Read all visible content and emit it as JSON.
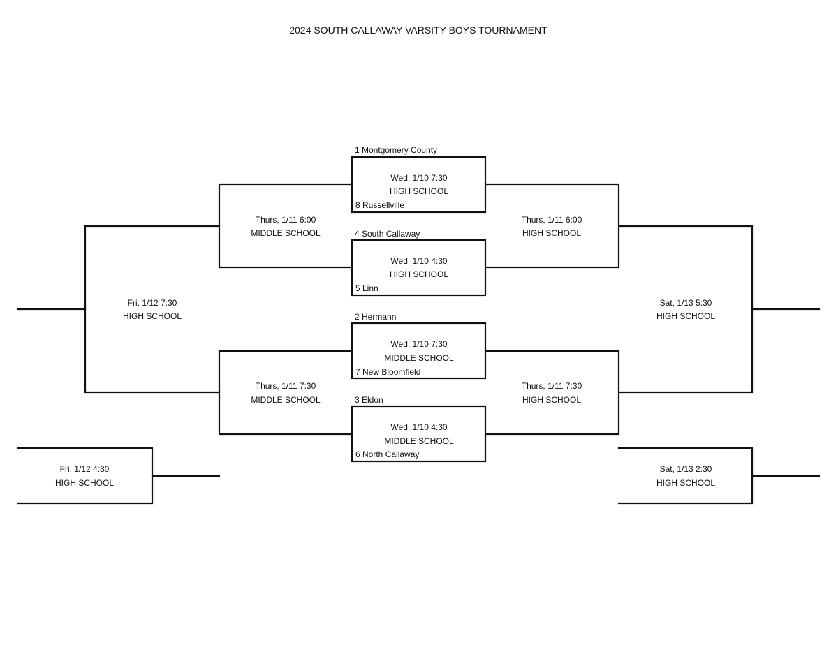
{
  "title": "2024 SOUTH CALLAWAY VARSITY BOYS TOURNAMENT",
  "round1": [
    {
      "team_top": "1 Montgomery County",
      "team_bottom": "8 Russellville",
      "date": "Wed, 1/10 7:30",
      "venue": "HIGH SCHOOL"
    },
    {
      "team_top": "4 South Callaway",
      "team_bottom": "5 Linn",
      "date": "Wed, 1/10 4:30",
      "venue": "HIGH SCHOOL"
    },
    {
      "team_top": "2 Hermann",
      "team_bottom": "7 New Bloomfield",
      "date": "Wed, 1/10 7:30",
      "venue": "MIDDLE SCHOOL"
    },
    {
      "team_top": "3 Eldon",
      "team_bottom": "6 North Callaway",
      "date": "Wed, 1/10 4:30",
      "venue": "MIDDLE SCHOOL"
    }
  ],
  "left": {
    "semi_top": {
      "date": "Thurs, 1/11 6:00",
      "venue": "MIDDLE SCHOOL"
    },
    "semi_bottom": {
      "date": "Thurs, 1/11 7:30",
      "venue": "MIDDLE SCHOOL"
    },
    "final": {
      "date": "Fri, 1/12 7:30",
      "venue": "HIGH SCHOOL"
    },
    "consolation": {
      "date": "Fri, 1/12 4:30",
      "venue": "HIGH SCHOOL"
    }
  },
  "right": {
    "semi_top": {
      "date": "Thurs, 1/11 6:00",
      "venue": "HIGH SCHOOL"
    },
    "semi_bottom": {
      "date": "Thurs, 1/11 7:30",
      "venue": "HIGH SCHOOL"
    },
    "final": {
      "date": "Sat, 1/13 5:30",
      "venue": "HIGH SCHOOL"
    },
    "consolation": {
      "date": "Sat, 1/13 2:30",
      "venue": "HIGH SCHOOL"
    }
  },
  "colors": {
    "line": "#111111",
    "background": "#ffffff"
  }
}
